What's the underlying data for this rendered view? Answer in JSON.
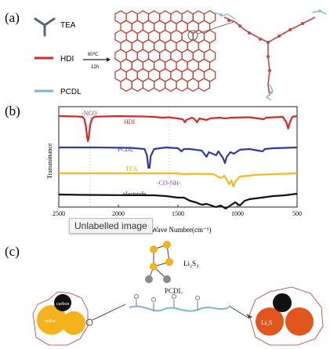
{
  "panels": {
    "a": {
      "label": "(a)",
      "legend": [
        {
          "name": "TEA",
          "color": "#556677",
          "icon": "tripod-icon"
        },
        {
          "name": "HDI",
          "color": "#d22b2b",
          "icon": "line-icon"
        },
        {
          "name": "PCDL",
          "color": "#7fb3d5",
          "icon": "line-icon"
        }
      ],
      "arrow_top": "60℃",
      "arrow_bottom": "12h",
      "network_color": "#c0392b"
    },
    "b": {
      "label": "(b)"
    },
    "c": {
      "label": "(c)",
      "li2s4": "Li₂S₄",
      "pcdl": "PCDL",
      "carbon": "carbon",
      "sulfur": "sulfur",
      "li2s": "Li₂S",
      "sulfur_color": "#f5b21a",
      "li2s_color": "#e2561d",
      "carbon_color": "#111111"
    }
  },
  "chart_data": {
    "type": "line",
    "ylabel": "Transmittance",
    "xlabel": "Wave Number(cm⁻¹)",
    "xlim": [
      2500,
      500
    ],
    "xticks": [
      2500,
      2000,
      1500,
      1000,
      500
    ],
    "grid": false,
    "series": [
      {
        "name": "HDI",
        "color": "#d42a2a",
        "offset": 0,
        "points": [
          [
            2500,
            0
          ],
          [
            2350,
            0.5
          ],
          [
            2300,
            1
          ],
          [
            2285,
            4
          ],
          [
            2272,
            14
          ],
          [
            2262,
            27
          ],
          [
            2255,
            32
          ],
          [
            2248,
            27
          ],
          [
            2236,
            11
          ],
          [
            2220,
            3
          ],
          [
            2200,
            0.8
          ],
          [
            2000,
            0
          ],
          [
            1800,
            0.5
          ],
          [
            1700,
            1
          ],
          [
            1630,
            2
          ],
          [
            1575,
            1.5
          ],
          [
            1460,
            4
          ],
          [
            1440,
            8
          ],
          [
            1430,
            5
          ],
          [
            1380,
            2
          ],
          [
            1360,
            4
          ],
          [
            1340,
            8
          ],
          [
            1320,
            3
          ],
          [
            1260,
            5
          ],
          [
            1230,
            3
          ],
          [
            1150,
            2
          ],
          [
            1100,
            3
          ],
          [
            1050,
            2
          ],
          [
            900,
            1.5
          ],
          [
            780,
            4
          ],
          [
            760,
            2
          ],
          [
            620,
            1
          ],
          [
            590,
            8
          ],
          [
            575,
            16
          ],
          [
            560,
            8
          ],
          [
            540,
            1
          ],
          [
            500,
            0
          ]
        ]
      },
      {
        "name": "PCDL",
        "color": "#2f3aa6",
        "offset": 40,
        "points": [
          [
            2500,
            0
          ],
          [
            2200,
            0
          ],
          [
            1900,
            0.5
          ],
          [
            1780,
            2
          ],
          [
            1760,
            10
          ],
          [
            1748,
            26
          ],
          [
            1738,
            26
          ],
          [
            1728,
            11
          ],
          [
            1700,
            2
          ],
          [
            1600,
            0
          ],
          [
            1500,
            1
          ],
          [
            1470,
            5
          ],
          [
            1450,
            2
          ],
          [
            1400,
            2
          ],
          [
            1300,
            4
          ],
          [
            1260,
            12
          ],
          [
            1240,
            6
          ],
          [
            1180,
            10
          ],
          [
            1160,
            5
          ],
          [
            1120,
            14
          ],
          [
            1105,
            20
          ],
          [
            1090,
            12
          ],
          [
            1060,
            6
          ],
          [
            1030,
            8
          ],
          [
            980,
            3
          ],
          [
            900,
            2
          ],
          [
            790,
            5
          ],
          [
            770,
            2
          ],
          [
            700,
            1
          ],
          [
            500,
            0
          ]
        ]
      },
      {
        "name": "TEA",
        "color": "#f2b820",
        "offset": 73,
        "points": [
          [
            2500,
            0
          ],
          [
            2000,
            0
          ],
          [
            1500,
            0
          ],
          [
            1470,
            1
          ],
          [
            1350,
            0.5
          ],
          [
            1200,
            1
          ],
          [
            1170,
            4
          ],
          [
            1140,
            6
          ],
          [
            1110,
            3
          ],
          [
            1070,
            14
          ],
          [
            1050,
            9
          ],
          [
            1035,
            17
          ],
          [
            1015,
            10
          ],
          [
            980,
            4
          ],
          [
            900,
            3
          ],
          [
            860,
            2
          ],
          [
            700,
            1
          ],
          [
            500,
            0
          ]
        ]
      },
      {
        "name": "electrode",
        "color": "#111111",
        "offset": 100,
        "points": [
          [
            2500,
            0
          ],
          [
            2300,
            0.5
          ],
          [
            2000,
            0.8
          ],
          [
            1700,
            1
          ],
          [
            1600,
            2
          ],
          [
            1500,
            4
          ],
          [
            1450,
            4
          ],
          [
            1400,
            8
          ],
          [
            1350,
            10
          ],
          [
            1300,
            13
          ],
          [
            1260,
            12
          ],
          [
            1220,
            14
          ],
          [
            1180,
            16
          ],
          [
            1140,
            14
          ],
          [
            1100,
            18
          ],
          [
            1060,
            14
          ],
          [
            1020,
            10
          ],
          [
            980,
            14
          ],
          [
            940,
            8
          ],
          [
            900,
            6
          ],
          [
            800,
            4
          ],
          [
            700,
            2
          ],
          [
            600,
            1
          ],
          [
            500,
            -1
          ]
        ]
      }
    ],
    "annotations": [
      {
        "text": "-NCO",
        "color": "#c0392b"
      },
      {
        "text": "HDI",
        "color": "#d42a2a"
      },
      {
        "text": "PCDL",
        "color": "#2f3aa6"
      },
      {
        "text": "TEA",
        "color": "#f2b820"
      },
      {
        "text": "-CO-NH-",
        "color": "#8e44ad"
      },
      {
        "text": "electrode",
        "color": "#111111"
      }
    ]
  },
  "tooltip": {
    "text": "Unlabelled image"
  }
}
